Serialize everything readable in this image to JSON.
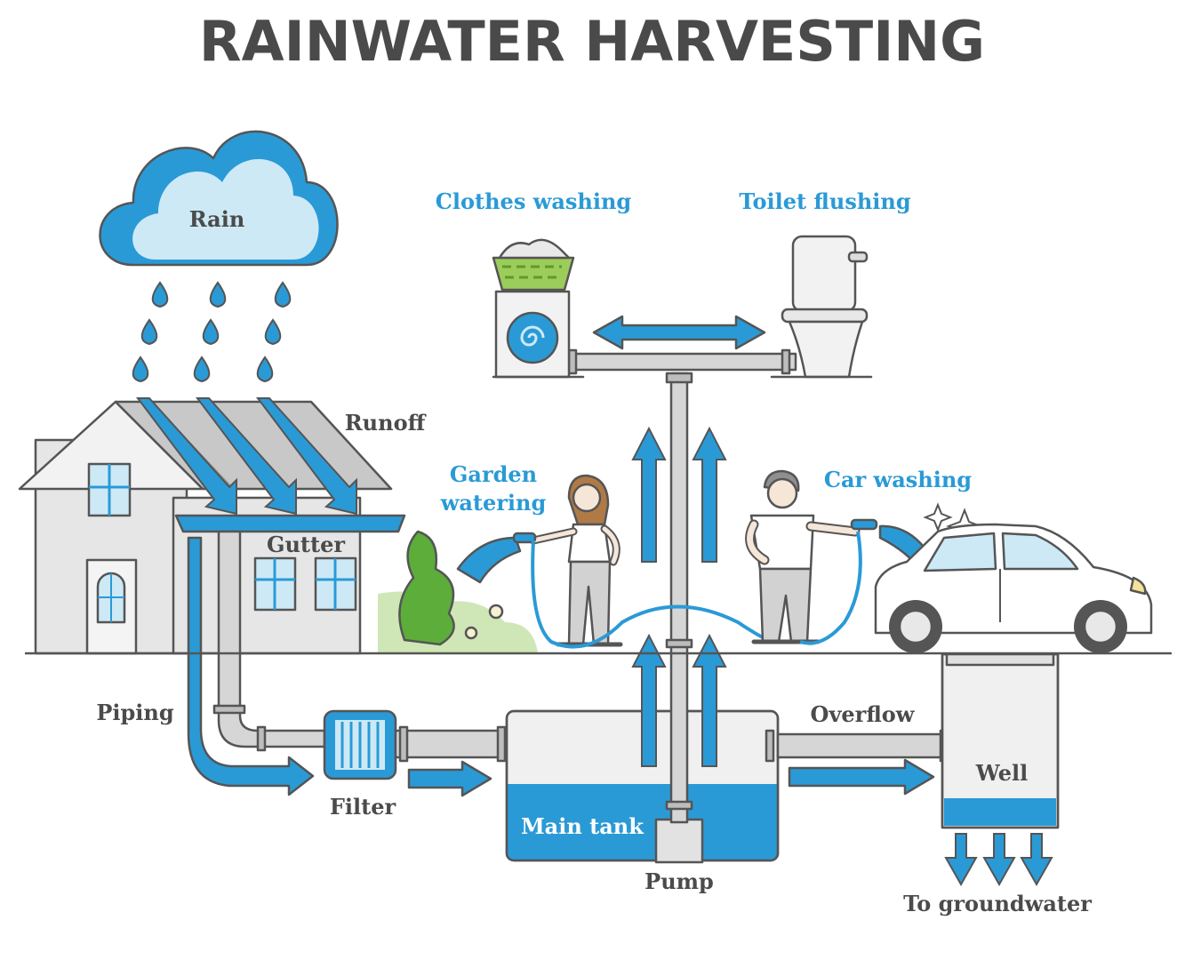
{
  "title": "RAINWATER HARVESTING",
  "labels": {
    "rain": "Rain",
    "runoff": "Runoff",
    "gutter": "Gutter",
    "piping": "Piping",
    "filter": "Filter",
    "main_tank": "Main tank",
    "pump": "Pump",
    "overflow": "Overflow",
    "well": "Well",
    "to_groundwater": "To groundwater",
    "clothes_washing": "Clothes washing",
    "toilet_flushing": "Toilet flushing",
    "garden_watering_line1": "Garden",
    "garden_watering_line2": "watering",
    "car_washing": "Car washing"
  },
  "colors": {
    "water_blue": "#2a9ad6",
    "light_blue": "#cde9f6",
    "outline_gray": "#555555",
    "wall_gray": "#e4e4e4",
    "plant_green": "#5cad3a",
    "basket_green": "#9ccc5a"
  },
  "icons": [
    "cloud-icon",
    "raindrop-icon",
    "house-icon",
    "washing-machine-icon",
    "toilet-icon",
    "person-icon",
    "car-icon",
    "filter-icon",
    "tank-icon",
    "well-icon",
    "pump-icon",
    "arrow-icon"
  ]
}
